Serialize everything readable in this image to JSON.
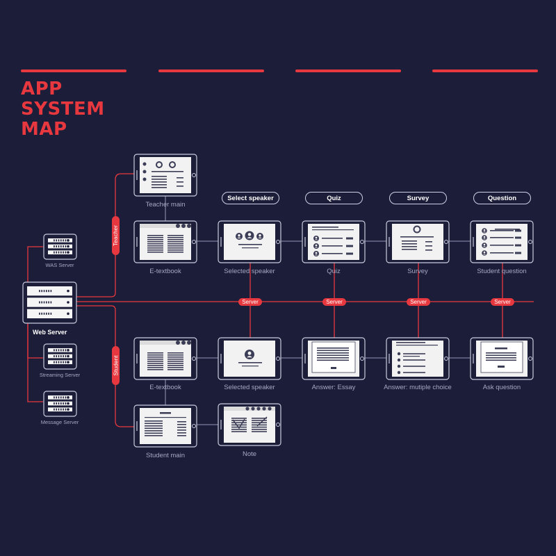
{
  "title": {
    "line1": "APP",
    "line2": "SYSTEM",
    "line3": "MAP"
  },
  "colors": {
    "background": "#1c1d38",
    "accent": "#e8383f",
    "frame": "#c9cbe0",
    "screen": "#f2f2f2",
    "ink": "#3b3c55"
  },
  "servers": {
    "was": "WAS Server",
    "web": "Web Server",
    "streaming": "Streaming Server",
    "message": "Message Server"
  },
  "roles": {
    "teacher": "Teacher",
    "student": "Student"
  },
  "bus_label": "Server",
  "headers": {
    "select_speaker": "Select speaker",
    "quiz": "Quiz",
    "survey": "Survey",
    "question": "Question"
  },
  "teacher_screens": {
    "teacher_main": "Teacher main",
    "etextbook": "E-textbook",
    "selected_speaker": "Selected speaker",
    "quiz": "Quiz",
    "survey": "Survey",
    "student_question": "Student question"
  },
  "student_screens": {
    "etextbook": "E-textbook",
    "selected_speaker": "Selected speaker",
    "answer_essay": "Answer: Essay",
    "answer_multiple": "Answer: mutiple choice",
    "ask_question": "Ask question",
    "student_main": "Student main",
    "note": "Note"
  }
}
